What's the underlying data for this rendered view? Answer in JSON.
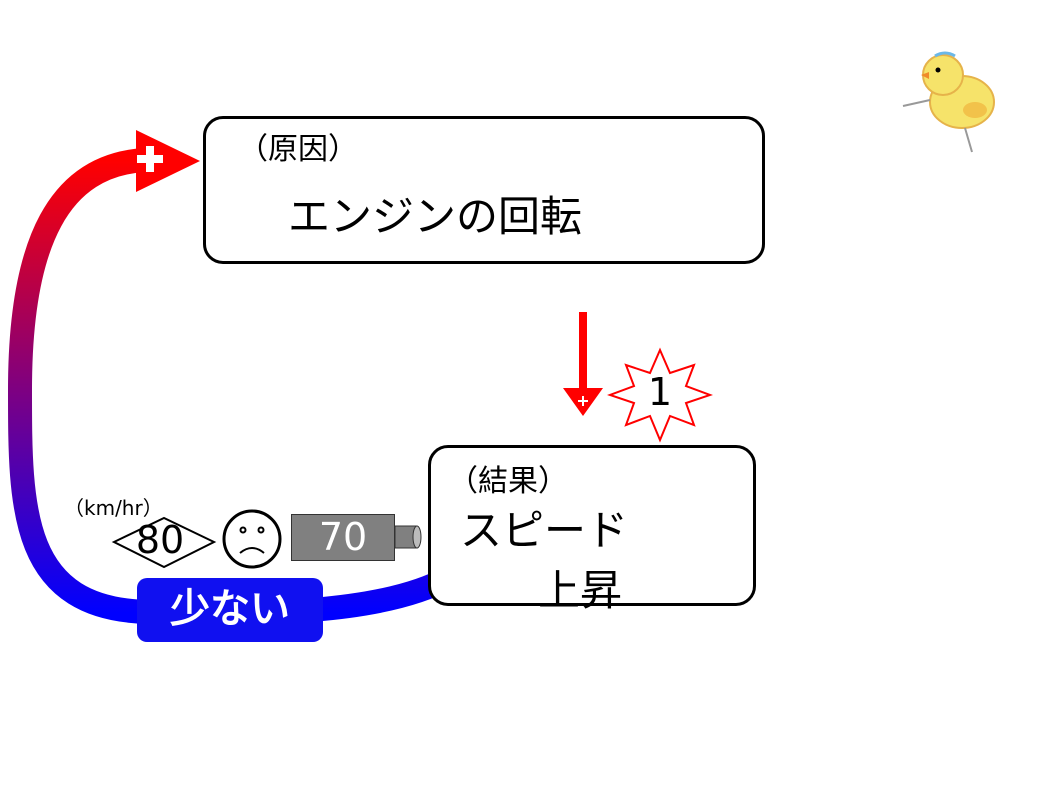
{
  "cause": {
    "sub_label": "（原因）",
    "main_label": "エンジンの回転",
    "trend_icon": "up-arrow-icon",
    "trend_color": "#ff0000"
  },
  "effect": {
    "sub_label": "（結果）",
    "main_label_line1": "スピード",
    "main_label_line2": "上昇",
    "trend_icon": "down-arrow-icon",
    "trend_color": "#0000ff"
  },
  "link": {
    "sign": "+",
    "color": "#ff0000",
    "loop_number": "1"
  },
  "feedback": {
    "sign": "+",
    "tag_label": "少ない",
    "top_color": "#ff0000",
    "bottom_color": "#0000ff"
  },
  "speed": {
    "unit": "（km/hr）",
    "limit": "80",
    "actual": "70",
    "driver_icon": "sad-face-icon",
    "gauge_color": "#808080"
  },
  "decoration": {
    "mascot_icon": "chick-icon"
  }
}
